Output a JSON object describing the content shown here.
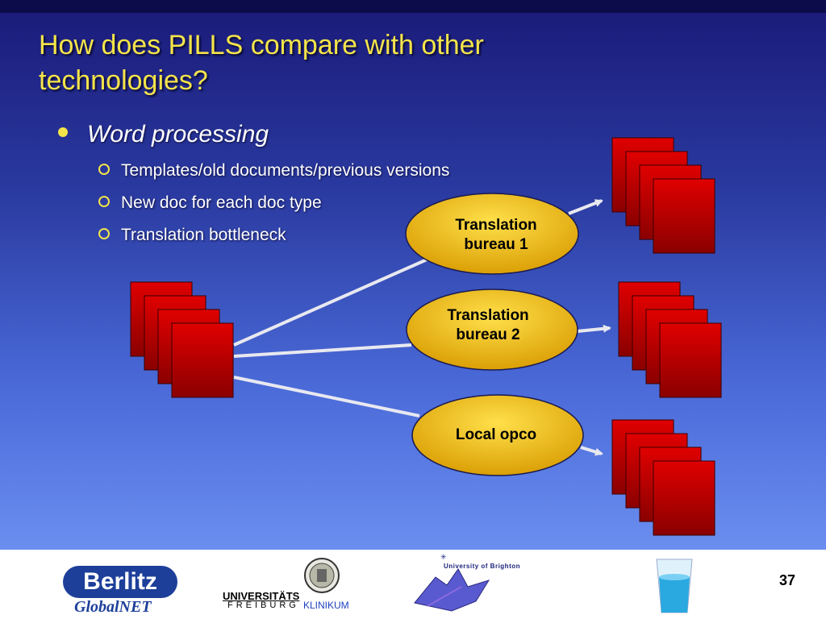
{
  "slide": {
    "title": "How does PILLS compare with other technologies?",
    "bullet": "Word processing",
    "sub_bullets": [
      "Templates/old documents/previous versions",
      "New doc for each doc type",
      "Translation bottleneck"
    ]
  },
  "diagram": {
    "nodes": [
      "Translation bureau 1",
      "Translation bureau 2",
      "Local opco"
    ],
    "node1_line1": "Translation",
    "node1_line2": "bureau 1",
    "node2_line1": "Translation",
    "node2_line2": "bureau 2",
    "node3": "Local opco"
  },
  "footer": {
    "berlitz_logo": "Berlitz",
    "berlitz_sub": "GlobalNET",
    "uni_freiburg_1": "UNIVERSITÄTS",
    "uni_freiburg_2": "FREIBURG",
    "uni_freiburg_3": "KLINIKUM",
    "brighton": "University of Brighton",
    "page_number": "37"
  },
  "colors": {
    "title": "#f4e44a",
    "doc_red": "#cc0000",
    "ellipse_gold": "#f0c000"
  }
}
